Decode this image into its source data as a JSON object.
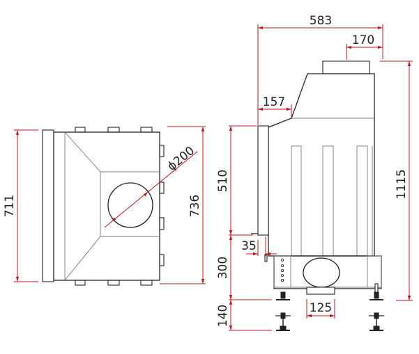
{
  "colors": {
    "dimension": "#c0141c",
    "outline": "#222222"
  },
  "top_view": {
    "dim_depth_front": "711",
    "dim_depth_total": "736",
    "dim_flue_diameter": "ϕ200"
  },
  "side_view": {
    "dim_total_width": "583",
    "dim_flue_offset": "170",
    "dim_front_offset": "157",
    "dim_total_height": "1115",
    "dim_door_height": "510",
    "dim_door_gap": "35",
    "dim_base_height": "300",
    "dim_feet_adjust": "140",
    "dim_air_inlet": "125"
  }
}
